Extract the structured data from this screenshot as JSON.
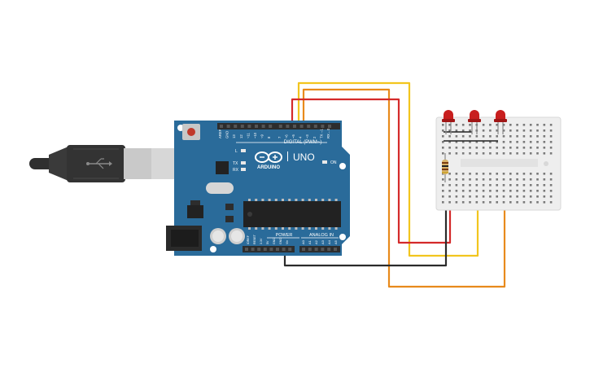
{
  "board": {
    "brand": "ARDUINO",
    "model": "UNO",
    "digital_header": "DIGITAL (PWM~)",
    "power_header": "POWER",
    "analog_header": "ANALOG IN",
    "on_label": "ON",
    "tx_label": "TX",
    "rx_label": "RX",
    "l_label": "L",
    "digital_pins": [
      "AREF",
      "GND",
      "13",
      "12",
      "~11",
      "~10",
      "~9",
      "8",
      "7",
      "~6",
      "~5",
      "4",
      "~3",
      "2",
      "TX→1",
      "RX←0"
    ],
    "power_pins": [
      "IOREF",
      "RESET",
      "3.3V",
      "5V",
      "GND",
      "GND",
      "Vin"
    ],
    "analog_pins": [
      "A0",
      "A1",
      "A2",
      "A3",
      "A4",
      "A5"
    ]
  },
  "colors": {
    "board": "#2a6b9a",
    "wire_red": "#d42a2a",
    "wire_yellow": "#f2c51e",
    "wire_orange": "#e88a1c",
    "wire_black": "#2b2b2b",
    "led": "#c81e1e",
    "breadboard": "#eeeeee"
  },
  "components": {
    "leds": [
      "led-1",
      "led-2",
      "led-3"
    ],
    "resistor": "resistor",
    "usb": "usb-cable"
  }
}
